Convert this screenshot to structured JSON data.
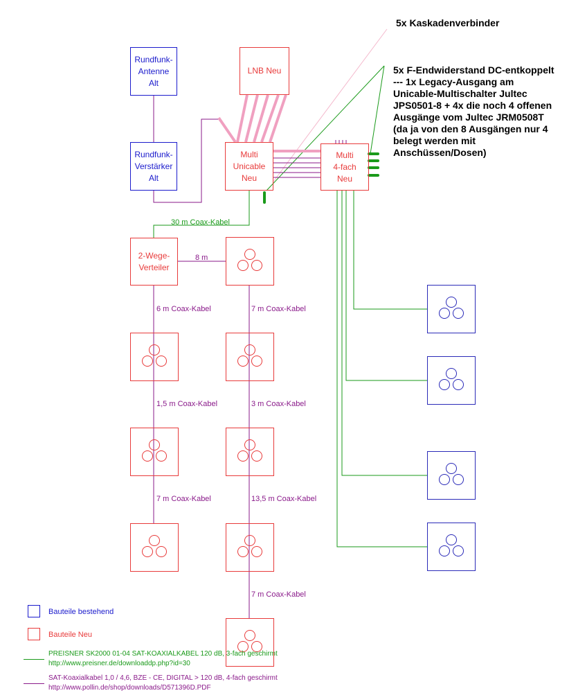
{
  "colors": {
    "old": "#1a1acc",
    "new": "#e83a3a",
    "green_cable": "#1a9a1a",
    "purple_cable": "#8a1a8a",
    "pink_cable": "#f0a0c0"
  },
  "boxes": {
    "antenna": "Rundfunk-\nAntenne\nAlt",
    "amplifier": "Rundfunk-\nVerstärker\nAlt",
    "lnb": "LNB Neu",
    "multi_unicable": "Multi\nUnicable\nNeu",
    "multi_4fach": "Multi\n4-fach\nNeu",
    "splitter": "2-Wege-\nVerteiler"
  },
  "notes": {
    "cascade": "5x Kaskadenverbinder",
    "terminator": "5x F-Endwiderstand DC-entkoppelt\n--- 1x Legacy-Ausgang am\nUnicable-Multischalter Jultec\nJPS0501-8 + 4x die noch 4 offenen\nAusgänge vom Jultec JRM0508T\n(da ja von den 8 Ausgängen nur 4\nbelegt werden mit\nAnschüssen/Dosen)"
  },
  "cable_labels": {
    "main": "30 m Coax-Kabel",
    "splitter_link": "8 m",
    "left1": "6 m Coax-Kabel",
    "left2": "1,5 m Coax-Kabel",
    "left3": "7 m Coax-Kabel",
    "mid1": "7 m Coax-Kabel",
    "mid2": "3 m Coax-Kabel",
    "mid3": "13,5 m Coax-Kabel",
    "mid4": "7 m Coax-Kabel"
  },
  "legend": {
    "existing": "Bauteile bestehend",
    "new": "Bauteile Neu",
    "green_cable_name": "PREISNER SK2000 01-04 SAT-KOAXIALKABEL  120 dB, 3-fach geschirmt",
    "green_cable_url": "http://www.preisner.de/downloaddp.php?id=30",
    "purple_cable_name": "SAT-Koaxialkabel 1,0 / 4,6, BZE - CE, DIGITAL > 120 dB, 4-fach geschirmt",
    "purple_cable_url": "http://www.pollin.de/shop/downloads/D571396D.PDF"
  }
}
